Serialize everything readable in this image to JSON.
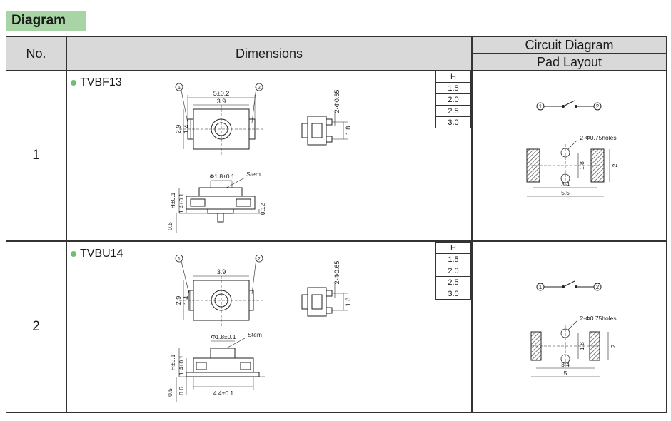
{
  "section_title": "Diagram",
  "headers": {
    "no": "No.",
    "dimensions": "Dimensions",
    "circuit": "Circuit Diagram",
    "pad": "Pad Layout"
  },
  "rows": [
    {
      "no": "1",
      "model": "TVBF13",
      "h_header": "H",
      "h_values": [
        "1.5",
        "2.0",
        "2.5",
        "3.0"
      ],
      "top_view": {
        "marker1": "①",
        "marker2": "②",
        "width_outer": "5±0.2",
        "width_inner": "3.9",
        "height_outer": "2.9",
        "height_inner": "1.4"
      },
      "side_view": {
        "hole": "2-Φ0.65",
        "dim": "1.8"
      },
      "front_view": {
        "stem_dia": "Φ1.8±0.1",
        "stem_label": "Stem",
        "h_dim": "H±0.1",
        "body_dim": "1.4±0.1",
        "base": "0.12",
        "bottom": "0.5"
      },
      "circuit": {
        "pin1": "1",
        "pin2": "2"
      },
      "pad": {
        "holes": "2-Φ0.75holes",
        "pitch": "3.4",
        "overall": "5.5",
        "pad_h": "2",
        "hole_gap": "1.8"
      }
    },
    {
      "no": "2",
      "model": "TVBU14",
      "h_header": "H",
      "h_values": [
        "1.5",
        "2.0",
        "2.5",
        "3.0"
      ],
      "top_view": {
        "marker1": "①",
        "marker2": "②",
        "width_inner": "3.9",
        "height_outer": "2.9",
        "height_inner": "1.4"
      },
      "side_view": {
        "hole": "2-Φ0.65",
        "dim": "1.8"
      },
      "front_view": {
        "stem_dia": "Φ1.8±0.1",
        "stem_label": "Stem",
        "h_dim": "H±0.1",
        "body_dim": "1.4±0.1",
        "bottom": "0.5",
        "lead": "0.6",
        "width": "4.4±0.1"
      },
      "circuit": {
        "pin1": "1",
        "pin2": "2"
      },
      "pad": {
        "holes": "2-Φ0.75holes",
        "pitch": "3.4",
        "overall": "5",
        "pad_h": "2",
        "hole_gap": "1.8"
      }
    }
  ]
}
